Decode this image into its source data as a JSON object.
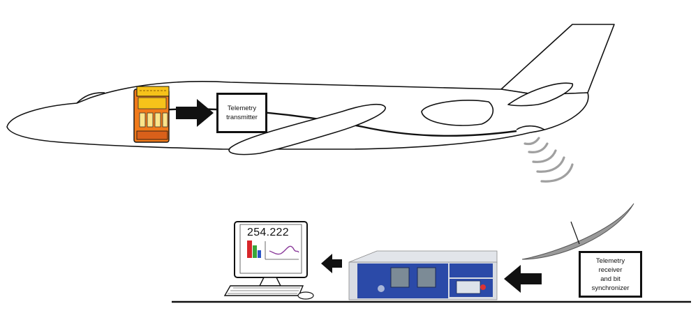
{
  "diagram": {
    "transmitter_label_lines": [
      "Telemetry",
      "transmitter"
    ],
    "receiver_label_lines": [
      "Telemetry",
      "receiver",
      "and bit",
      "synchronizer"
    ],
    "monitor_readout": "254.222",
    "colors": {
      "outline": "#111111",
      "recorder_orange": "#f07a1a",
      "recorder_yellow": "#f6c21a",
      "rack_blue": "#2b4aa8",
      "signal_gray": "#a0a0a0",
      "bar_red": "#d8262a",
      "bar_green": "#3aa63a",
      "bar_blue": "#2a56c6",
      "trace_purple": "#8a3a9a"
    },
    "icons": [
      "airplane-icon",
      "flight-recorder-icon",
      "arrow-right-icon",
      "signal-waves-icon",
      "dish-antenna-icon",
      "rack-unit-icon",
      "arrow-left-icon",
      "computer-monitor-icon",
      "keyboard-icon",
      "mouse-icon"
    ]
  }
}
